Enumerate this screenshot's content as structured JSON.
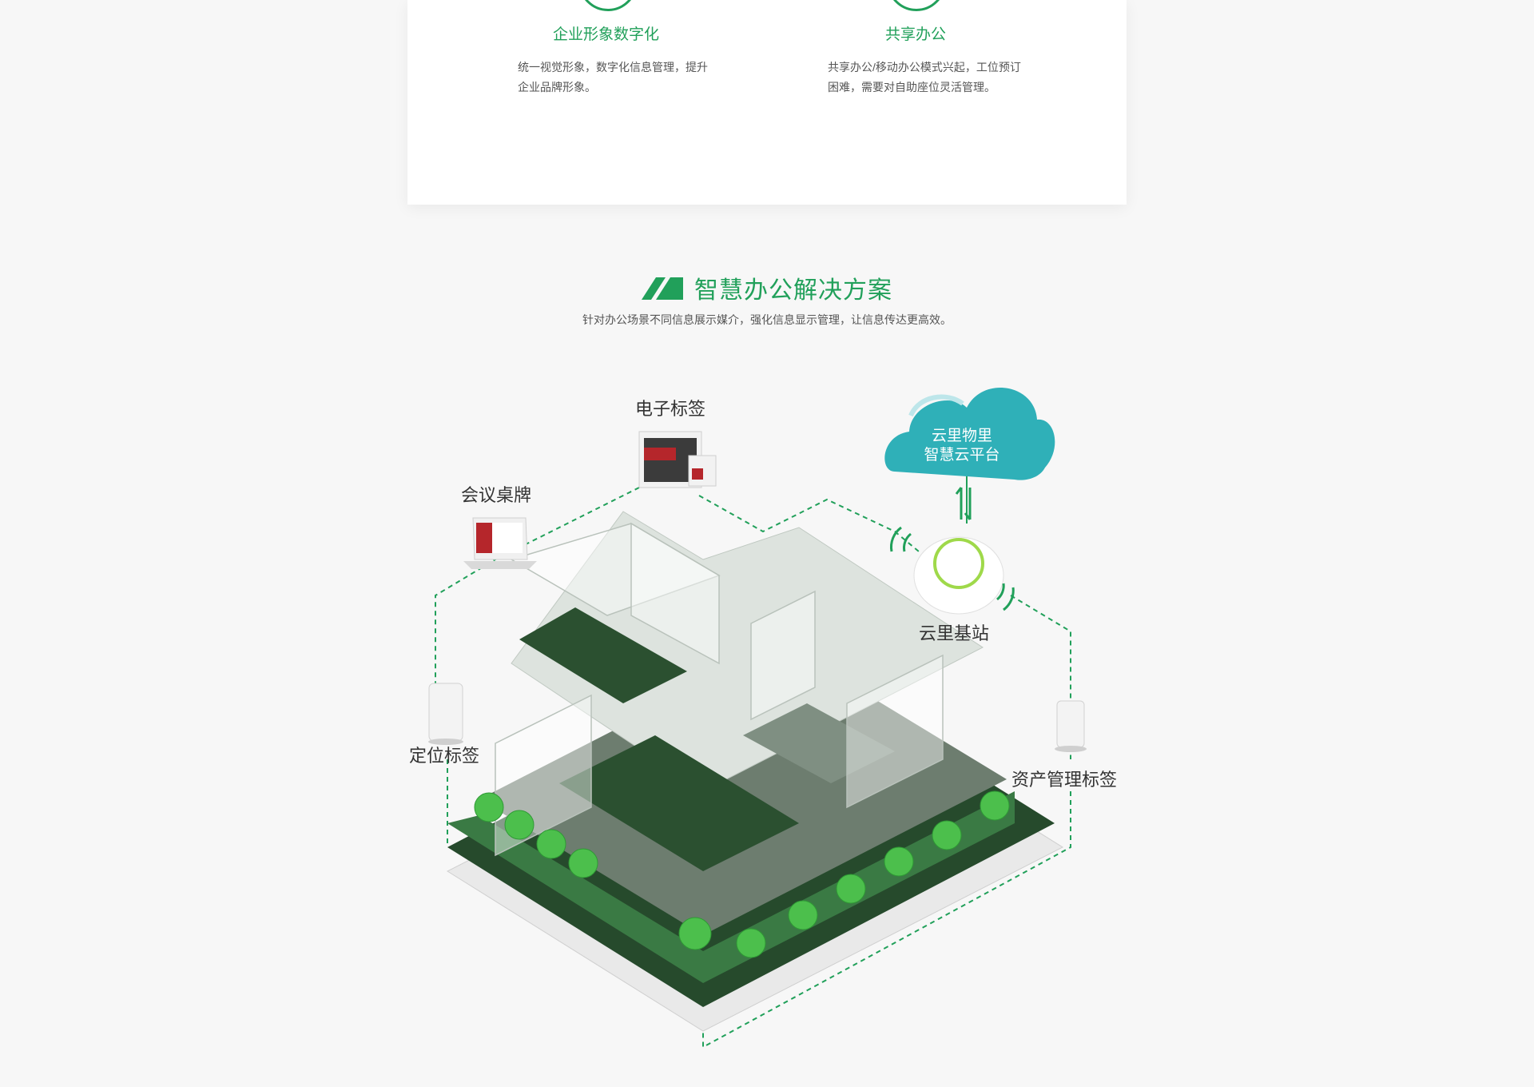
{
  "features": [
    {
      "title": "企业形象数字化",
      "desc": "统一视觉形象，数字化信息管理，提升企业品牌形象。"
    },
    {
      "title": "共享办公",
      "desc": "共享办公/移动办公模式兴起，工位预订困难，需要对自助座位灵活管理。"
    }
  ],
  "section": {
    "title": "智慧办公解决方案",
    "subtitle": "针对办公场景不同信息展示媒介，强化信息显示管理，让信息传达更高效。"
  },
  "diagram": {
    "cloud_line1": "云里物里",
    "cloud_line2": "智慧云平台",
    "base_station": "云里基站",
    "e_label": "电子标签",
    "table_sign": "会议桌牌",
    "location_tag": "定位标签",
    "asset_tag": "资产管理标签"
  },
  "colors": {
    "accent": "#21a05a",
    "cloud": "#2fb0b8",
    "grass": "#2e5e36",
    "hedge": "#4cbf4c"
  }
}
